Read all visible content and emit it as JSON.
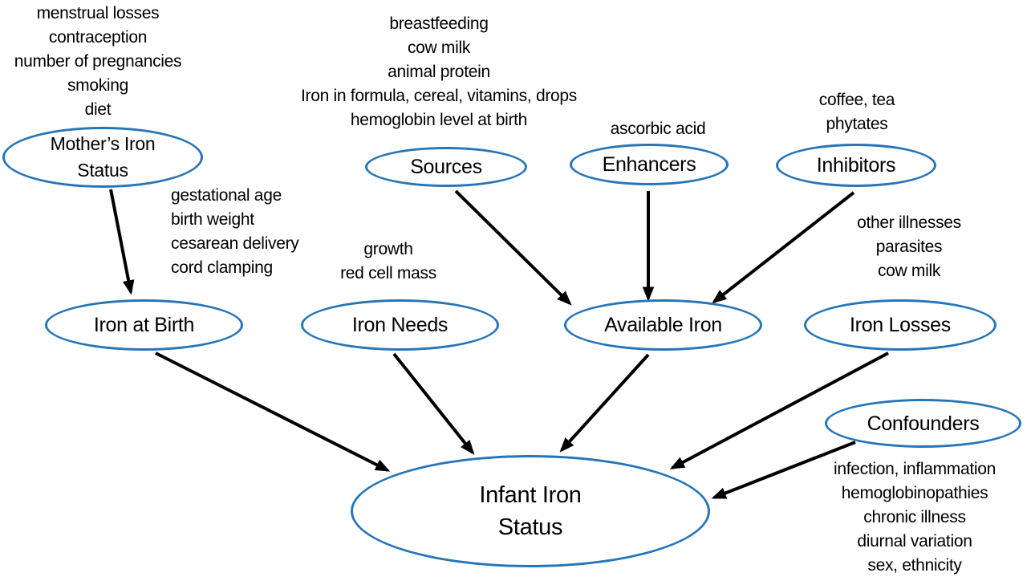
{
  "colors": {
    "node_stroke": "#2775b9",
    "arrow": "#000000",
    "text": "#000000",
    "background": "#ffffff"
  },
  "nodes": {
    "mothers_iron_status": "Mother’s Iron\nStatus",
    "sources": "Sources",
    "enhancers": "Enhancers",
    "inhibitors": "Inhibitors",
    "iron_at_birth": "Iron at Birth",
    "iron_needs": "Iron Needs",
    "available_iron": "Available Iron",
    "iron_losses": "Iron Losses",
    "confounders": "Confounders",
    "infant_iron_status": "Infant Iron\nStatus"
  },
  "annotations": {
    "mothers_factors": "menstrual losses\ncontraception\nnumber of pregnancies\nsmoking\ndiet",
    "sources_factors": "breastfeeding\ncow milk\nanimal protein\nIron in formula, cereal, vitamins, drops\nhemoglobin level at birth",
    "enhancers_factors": "ascorbic acid",
    "inhibitors_factors": "coffee, tea\nphytates",
    "iron_at_birth_factors": "gestational age\nbirth weight\ncesarean delivery\ncord clamping",
    "iron_needs_factors": "growth\nred cell mass",
    "iron_losses_factors": "other illnesses\nparasites\ncow milk",
    "confounders_factors": "infection, inflammation\nhemoglobinopathies\nchronic illness\ndiurnal variation\nsex, ethnicity"
  },
  "edges": [
    {
      "from": "mothers_iron_status",
      "to": "iron_at_birth"
    },
    {
      "from": "sources",
      "to": "available_iron"
    },
    {
      "from": "enhancers",
      "to": "available_iron"
    },
    {
      "from": "inhibitors",
      "to": "available_iron"
    },
    {
      "from": "iron_at_birth",
      "to": "infant_iron_status"
    },
    {
      "from": "iron_needs",
      "to": "infant_iron_status"
    },
    {
      "from": "available_iron",
      "to": "infant_iron_status"
    },
    {
      "from": "iron_losses",
      "to": "infant_iron_status"
    },
    {
      "from": "confounders",
      "to": "infant_iron_status"
    }
  ]
}
